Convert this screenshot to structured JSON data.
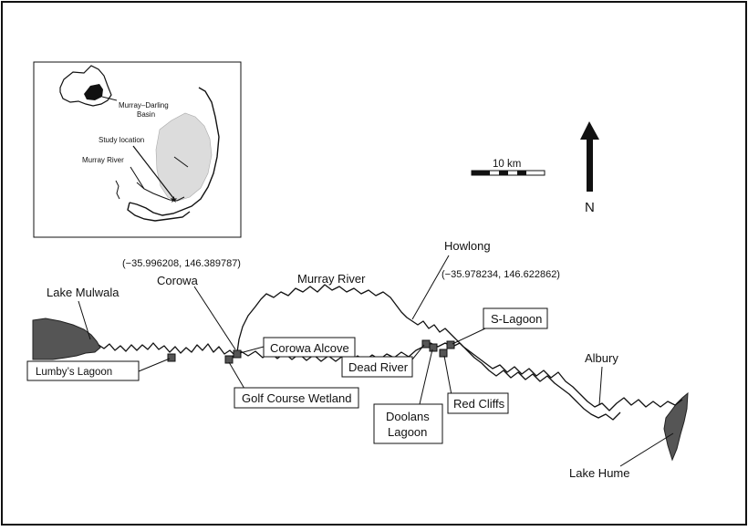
{
  "map": {
    "colors": {
      "border": "#111111",
      "water": "#555555",
      "basin": "#dddddd",
      "river": "#111111",
      "australia_mdb": "#111111"
    },
    "inset": {
      "labels": {
        "basin": [
          "Murray–Darling",
          "Basin"
        ],
        "study": "Study location",
        "river": "Murray River"
      }
    },
    "scale_bar": {
      "label": "10 km"
    },
    "north_arrow": {
      "label": "N"
    },
    "coordinates": {
      "corowa": "(−35.996208, 146.389787)",
      "howlong": "(−35.978234, 146.622862)"
    },
    "places": {
      "corowa": "Corowa",
      "howlong": "Howlong",
      "murray_river": "Murray River",
      "lake_mulwala": "Lake Mulwala",
      "albury": "Albury",
      "lake_hume": "Lake Hume"
    },
    "sites": {
      "lumbys_lagoon": "Lumby’s Lagoon",
      "golf_course_wetland": "Golf Course Wetland",
      "corowa_alcove": "Corowa Alcove",
      "dead_river": "Dead River",
      "doolans_lagoon": [
        "Doolans",
        "Lagoon"
      ],
      "red_cliffs": "Red Cliffs",
      "s_lagoon": "S-Lagoon"
    }
  }
}
